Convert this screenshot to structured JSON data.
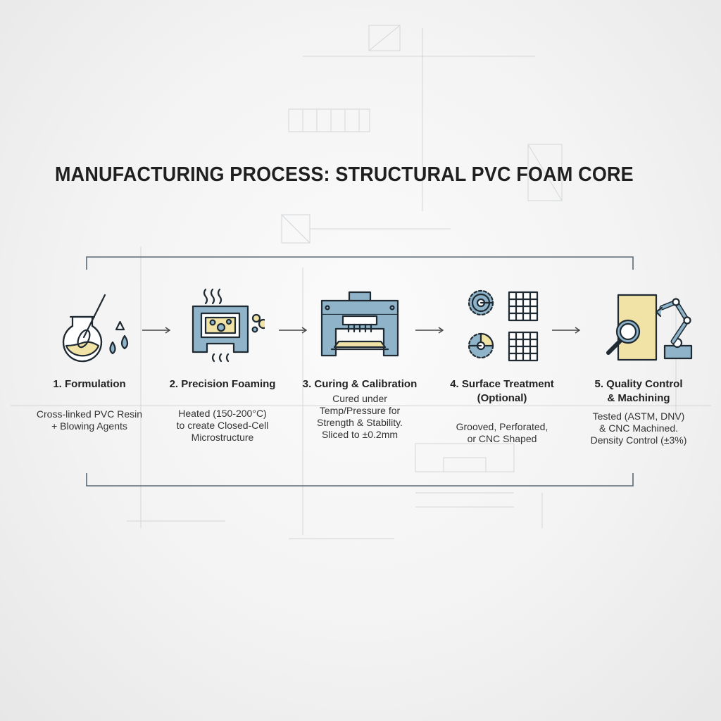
{
  "title": "MANUFACTURING PROCESS: STRUCTURAL PVC FOAM CORE",
  "colors": {
    "blue": "#8fb3c8",
    "yellow": "#f1e3a6",
    "stroke": "#1f2a33"
  },
  "steps": [
    {
      "title": "1. Formulation",
      "description": "Cross-linked PVC Resin\n+ Blowing Agents",
      "icon": "flask-whisk-icon"
    },
    {
      "title": "2. Precision Foaming",
      "description": "Heated (150-200°C)\nto create Closed-Cell\nMicrostructure",
      "icon": "foaming-oven-icon"
    },
    {
      "title": "3. Curing & Calibration",
      "description": "Cured under\nTemp/Pressure for\nStrength & Stability.\nSliced to ±0.2mm",
      "icon": "press-icon"
    },
    {
      "title": "4. Surface Treatment\n(Optional)",
      "description": "Grooved, Perforated,\nor CNC Shaped",
      "icon": "saw-grid-icon"
    },
    {
      "title": "5. Quality Control\n& Machining",
      "description": "Tested (ASTM, DNV)\n& CNC Machined.\nDensity Control (±3%)",
      "icon": "magnifier-robot-arm-icon"
    }
  ]
}
